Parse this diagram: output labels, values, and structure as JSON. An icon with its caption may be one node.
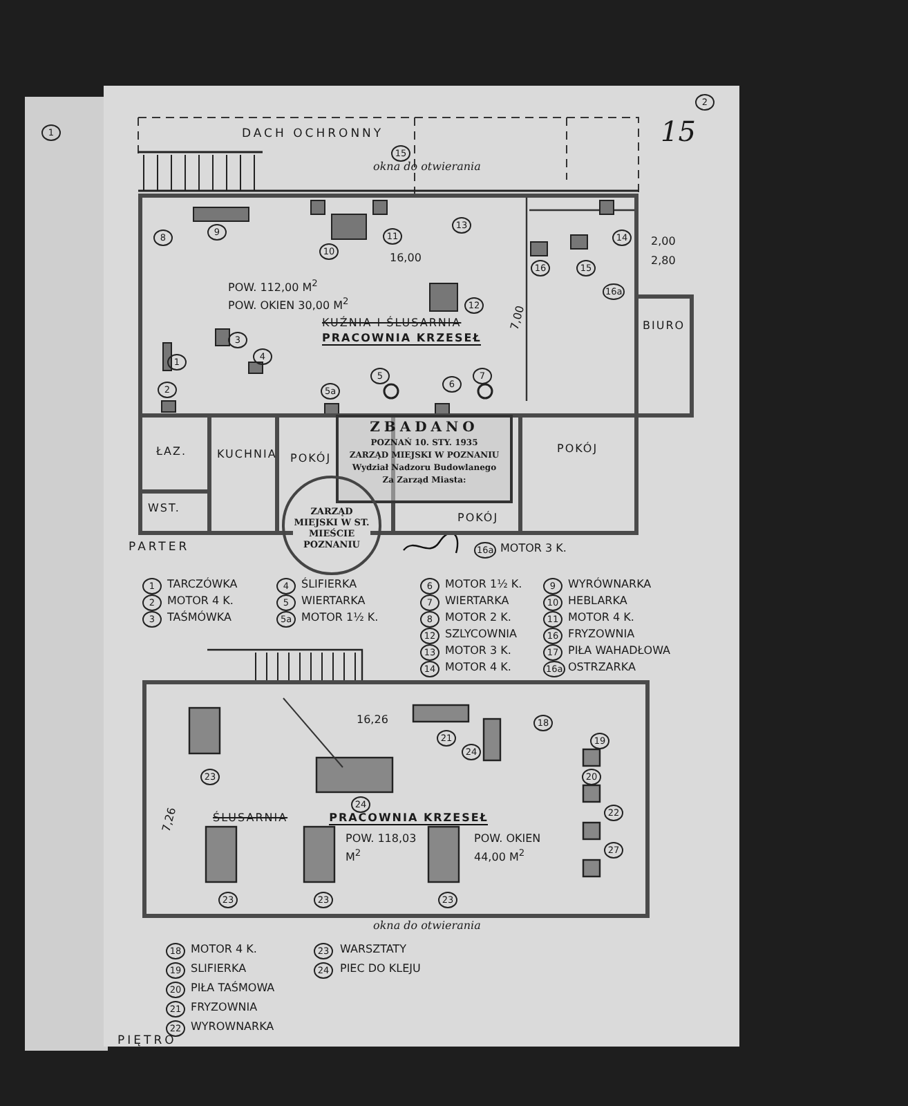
{
  "diagram": {
    "nodes": [
      {
        "text": [
          "KUŹNIA I ŚLUSARNIA",
          "PRACOWNIA KRZESEŁ"
        ]
      },
      {
        "text": [
          "BIURO"
        ]
      },
      {
        "text": [
          "ŁAZ."
        ]
      },
      {
        "text": [
          "WST."
        ]
      },
      {
        "text": [
          "KUCHNIA"
        ]
      },
      {
        "text": [
          "POKÓJ"
        ]
      },
      {
        "text": [
          "POKÓJ"
        ]
      },
      {
        "text": [
          "POKÓJ"
        ]
      },
      {
        "text": [
          "ŚLUSARNIA",
          "PRACOWNIA KRZESEŁ"
        ]
      },
      {
        "text": [
          "ZBADANO",
          "POZNAŃ 10. STY. 1935",
          "ZARZĄD MIEJSKI W POZNANIU",
          "Wydział Nadzoru Budowlanego",
          "Za Zarząd Miasta:"
        ]
      },
      {
        "text": [
          "ZARZĄD MIEJSKI W ST. MIEŚCIE POZNANIU"
        ]
      }
    ],
    "labels": [
      "1",
      "2",
      "DACH OCHRONNY",
      "15",
      "okna do otwierania",
      "2,00",
      "16,00",
      "2,80",
      "POW. 112,00 M$^{2}$",
      "POW. OKIEN 30,00 M$^{2}$",
      "7,00",
      "15",
      "8",
      "9",
      "10",
      "11",
      "13",
      "16",
      "15",
      "14",
      "16a",
      "12",
      "1",
      "3",
      "4",
      "2",
      "5",
      "5a",
      "6",
      "7",
      "PARTER",
      "16a",
      "MOTOR 3 K.",
      "1",
      "TARCZÓWKA",
      "2",
      "MOTOR 4 K.",
      "3",
      "TAŚMÓWKA",
      "4",
      "ŚLIFIERKA",
      "5",
      "WIERTARKA",
      "5a",
      "MOTOR 1½ K.",
      "6",
      "MOTOR 1½ K.",
      "7",
      "WIERTARKA",
      "8",
      "MOTOR 2 K.",
      "12",
      "SZLYCOWNIA",
      "13",
      "MOTOR 3 K.",
      "14",
      "MOTOR 4 K.",
      "9",
      "WYRÓWNARKA",
      "10",
      "HEBLARKA",
      "11",
      "MOTOR 4 K.",
      "16",
      "FRYZOWNIA",
      "17",
      "PIŁA WAHADŁOWA",
      "16a",
      "OSTRZARKA",
      "16,26",
      "7,26",
      "23",
      "21",
      "24",
      "18",
      "19",
      "24",
      "20",
      "22",
      "27",
      "23",
      "23",
      "23",
      "POW. 118,03 M$^{2}$",
      "POW. OKIEN 44,00 M$^{2}$",
      "okna do otwierania",
      "18",
      "MOTOR 4 K.",
      "19",
      "SLIFIERKA",
      "20",
      "PIŁA TAŚMOWA",
      "21",
      "FRYZOWNIA",
      "22",
      "WYROWNARKA",
      "23",
      "WARSZTATY",
      "24",
      "PIEC DO KLEJU",
      "PIĘTRO"
    ]
  }
}
